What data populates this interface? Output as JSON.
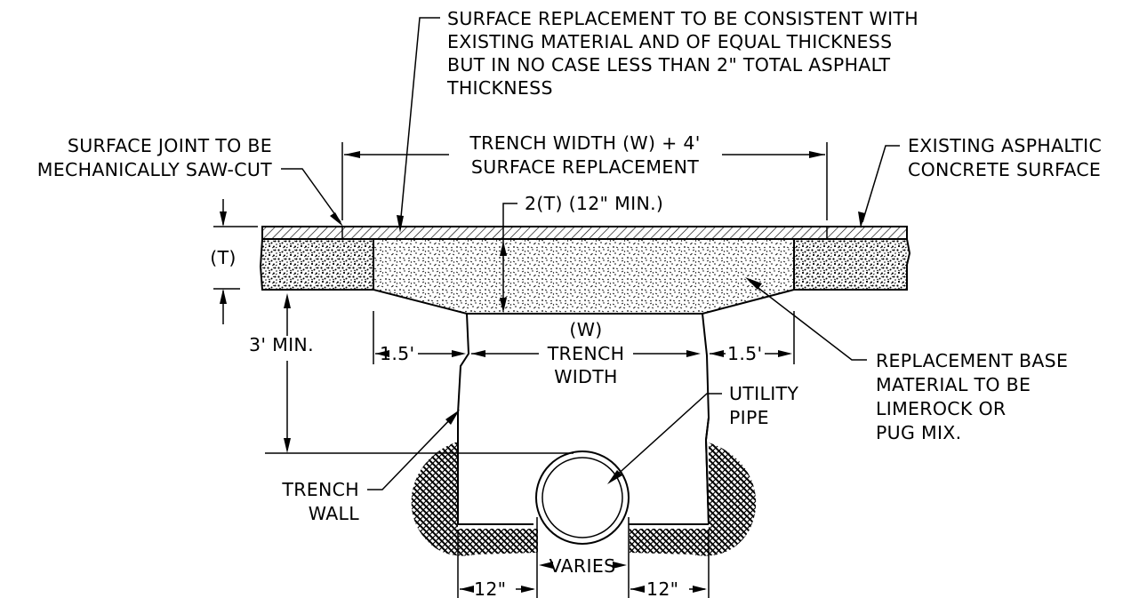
{
  "notes": {
    "surface_replacement": [
      "SURFACE REPLACEMENT TO BE CONSISTENT WITH",
      "EXISTING MATERIAL AND OF EQUAL THICKNESS",
      "BUT IN NO CASE LESS THAN 2\" TOTAL ASPHALT",
      "THICKNESS"
    ],
    "saw_cut": [
      "SURFACE JOINT TO BE",
      "MECHANICALLY SAW-CUT"
    ],
    "existing_surface": [
      "EXISTING ASPHALTIC",
      "CONCRETE SURFACE"
    ],
    "replacement_base": [
      "REPLACEMENT BASE",
      "MATERIAL TO BE",
      "LIMEROCK OR",
      "PUG MIX."
    ],
    "trench_wall": [
      "TRENCH",
      "WALL"
    ],
    "utility_pipe": [
      "UTILITY",
      "PIPE"
    ]
  },
  "dimensions": {
    "trench_width_surface": [
      "TRENCH WIDTH (W) + 4'",
      "SURFACE REPLACEMENT"
    ],
    "base_thickness": "2(T) (12\" MIN.)",
    "existing_thickness": "(T)",
    "cover_depth": "3' MIN.",
    "trench_width": [
      "(W)",
      "TRENCH",
      "WIDTH"
    ],
    "offset_left": "1.5'",
    "offset_right": "1.5'",
    "bottom_left": "12\"",
    "bottom_right": "12\"",
    "varies": "VARIES"
  }
}
